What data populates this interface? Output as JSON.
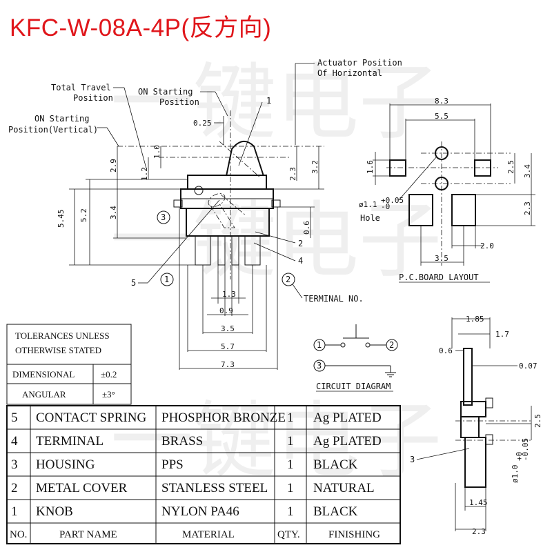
{
  "title": "KFC-W-08A-4P(反方向)",
  "watermark": "一键电子",
  "labels": {
    "total_travel": "Total Travel",
    "position": "Position",
    "on_starting": "ON Starting",
    "on_starting_vertical": "Position(Vertical)",
    "actuator_position": "Actuator Position",
    "of_horizontal": "Of Horizontal",
    "terminal_no": "TERMINAL NO.",
    "hole": "Hole",
    "pcb_layout": "P.C.BOARD LAYOUT",
    "circuit_diagram": "CIRCUIT DIAGRAM"
  },
  "dims": {
    "d025": "0.25",
    "d10": "1.0",
    "d12": "1.2",
    "d29": "2.9",
    "d23": "2.3",
    "d32": "3.2",
    "d545": "5.45",
    "d52": "5.2",
    "d34": "3.4",
    "d06": "0.6",
    "d13": "1.3",
    "d09": "0.9",
    "d35": "3.5",
    "d57": "5.7",
    "d73": "7.3",
    "p83": "8.3",
    "p55": "5.5",
    "p16": "1.6",
    "p25": "2.5",
    "p34": "3.4",
    "p23": "2.3",
    "p20": "2.0",
    "p35": "3.5",
    "hole_dia": "ø1.1",
    "hole_tol_up": "+0.05",
    "hole_tol_dn": "-0",
    "s185": "1.85",
    "s17": "1.7",
    "s06": "0.6",
    "s007": "0.07",
    "s25": "2.5",
    "s145": "1.45",
    "s23": "2.3",
    "s_dia": "ø1.0",
    "s_tol_up": "+0",
    "s_tol_dn": "-0.05"
  },
  "callouts": {
    "c1": "1",
    "c2": "2",
    "c3": "3",
    "c4": "4",
    "c5": "5"
  },
  "terminals": {
    "t1": "1",
    "t2": "2",
    "t3": "3"
  },
  "tolerances": {
    "heading1": "TOLERANCES UNLESS",
    "heading2": "OTHERWISE STATED",
    "dimensional_label": "DIMENSIONAL",
    "dimensional_value": "±0.2",
    "angular_label": "ANGULAR",
    "angular_value": "±3°"
  },
  "parts_table": {
    "headers": [
      "NO.",
      "PART NAME",
      "MATERIAL",
      "QTY.",
      "FINISHING"
    ],
    "rows": [
      {
        "no": "5",
        "name": "CONTACT SPRING",
        "material": "PHOSPHOR BRONZE",
        "qty": "1",
        "finishing": "Ag PLATED"
      },
      {
        "no": "4",
        "name": "TERMINAL",
        "material": "BRASS",
        "qty": "1",
        "finishing": "Ag PLATED"
      },
      {
        "no": "3",
        "name": "HOUSING",
        "material": "PPS",
        "qty": "1",
        "finishing": "BLACK"
      },
      {
        "no": "2",
        "name": "METAL COVER",
        "material": "STANLESS STEEL",
        "qty": "1",
        "finishing": "NATURAL"
      },
      {
        "no": "1",
        "name": "KNOB",
        "material": "NYLON PA46",
        "qty": "1",
        "finishing": "BLACK"
      }
    ]
  }
}
